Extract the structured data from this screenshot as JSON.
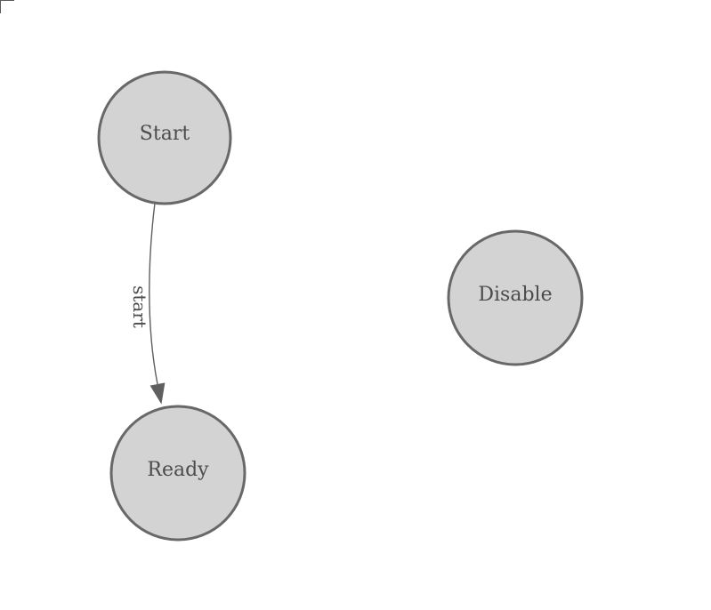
{
  "canvas": {
    "background_color": "#ffffff",
    "corner_mark_color": "#595959"
  },
  "style": {
    "node_fill": "#d3d3d3",
    "node_stroke": "#686868",
    "node_label_color": "#4c4c4c",
    "edge_color": "#5f5f5f",
    "edge_label_color": "#4c4c4c"
  },
  "nodes": [
    {
      "label": "Start"
    },
    {
      "label": "Ready"
    },
    {
      "label": "Disable"
    }
  ],
  "edges": [
    {
      "from": "Start",
      "to": "Ready",
      "label": "start"
    }
  ]
}
